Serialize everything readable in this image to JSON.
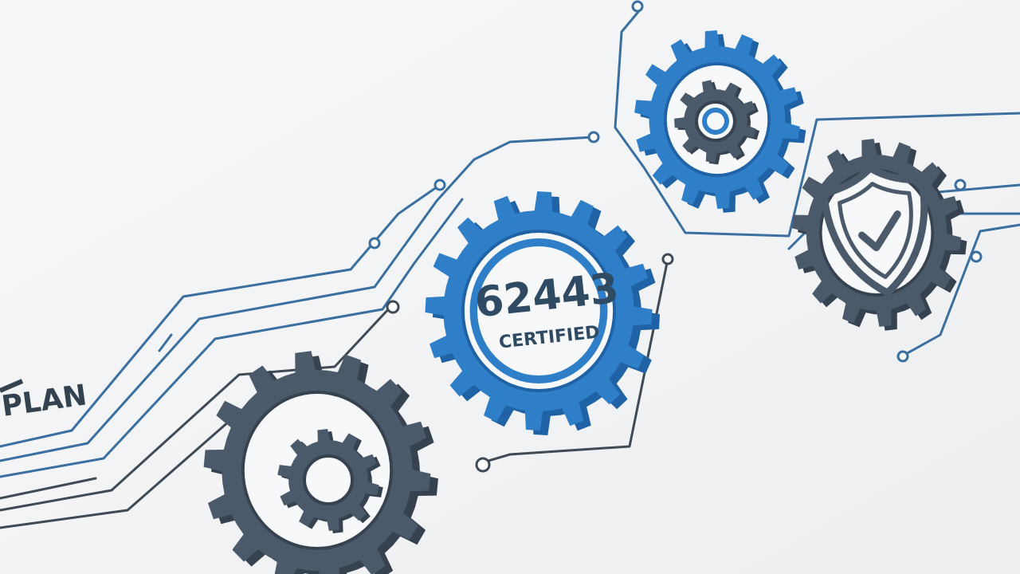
{
  "labels": {
    "gear_number": "62443",
    "gear_caption": "CERTIFIED",
    "plan_text": "PLAN"
  },
  "colors": {
    "background": "#f3f4f5",
    "blue": "#2f7fc8",
    "blue_dark": "#1f62a5",
    "slate": "#4a5a6a",
    "slate_dark": "#36424f",
    "line_blue": "#3a6fa0",
    "line_dark": "#3e4a56"
  },
  "icons": [
    "gear-icon",
    "shield-check-icon",
    "circuit-node-icon"
  ]
}
